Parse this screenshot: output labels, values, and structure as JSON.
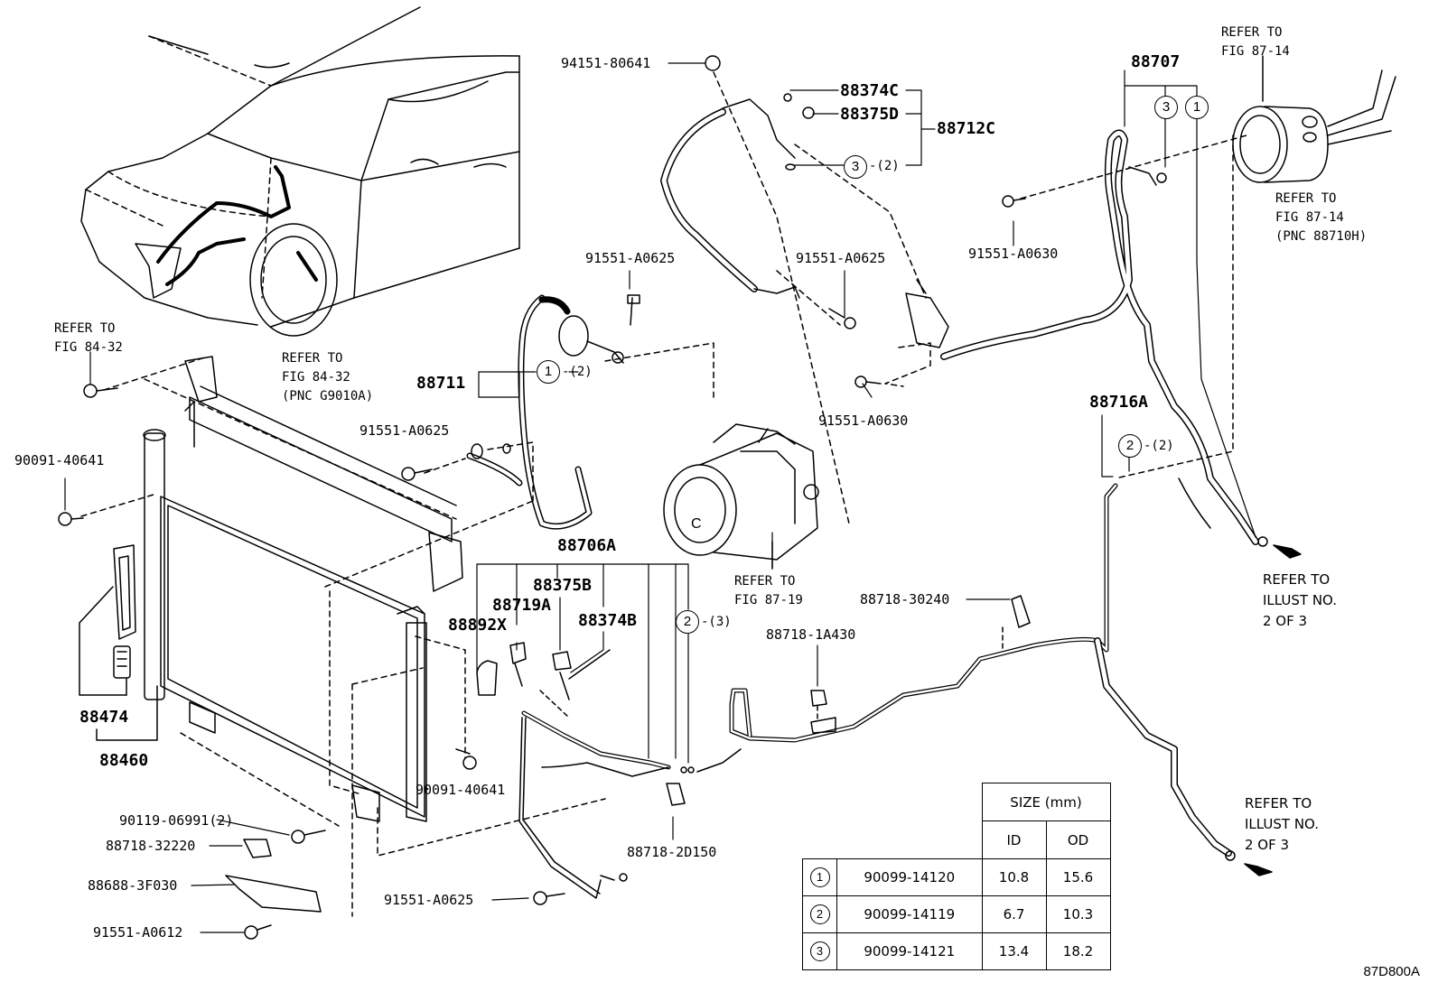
{
  "parts": {
    "p94151_80641": "94151-80641",
    "p88374C": "88374C",
    "p88375D": "88375D",
    "p88712C": "88712C",
    "p88707": "88707",
    "p91551_A0625_a": "91551-A0625",
    "p91551_A0625_b": "91551-A0625",
    "p91551_A0625_c": "91551-A0625",
    "p91551_A0625_d": "91551-A0625",
    "p91551_A0630_a": "91551-A0630",
    "p91551_A0630_b": "91551-A0630",
    "p88711": "88711",
    "p88716A": "88716A",
    "p90091_40641_a": "90091-40641",
    "p90091_40641_b": "90091-40641",
    "p88706A": "88706A",
    "p88375B": "88375B",
    "p88719A": "88719A",
    "p88892X": "88892X",
    "p88374B": "88374B",
    "p88718_30240": "88718-30240",
    "p88718_1A430": "88718-1A430",
    "p88718_2D150": "88718-2D150",
    "p88474": "88474",
    "p88460": "88460",
    "p90119_06991": "90119-06991(2)",
    "p88718_32220": "88718-32220",
    "p88688_3F030": "88688-3F030",
    "p91551_A0612": "91551-A0612"
  },
  "refs": {
    "fig8714_top": "REFER TO\nFIG 87-14",
    "fig8714_side": "REFER TO\nFIG 87-14\n(PNC 88710H)",
    "fig8432_left": "REFER TO\nFIG 84-32",
    "fig8432_mid": "REFER TO\nFIG 84-32\n(PNC G9010A)",
    "fig8719": "REFER TO\nFIG 87-19",
    "illust_upper": "REFER TO\nILLUST NO.\n2 OF 3",
    "illust_lower": "REFER TO\nILLUST NO.\n2 OF 3"
  },
  "callouts": {
    "c3_88712": "3",
    "q3_88712": "-(2)",
    "c3_88707": "3",
    "c1_88707": "1",
    "c1_88711": "1",
    "q1_88711": "-(2)",
    "c2_88716": "2",
    "q2_88716": "-(2)",
    "c2_88706": "2",
    "q2_88706": "-(3)"
  },
  "size_table": {
    "header": "SIZE (mm)",
    "col_id": "ID",
    "col_od": "OD",
    "rows": [
      {
        "mark": "1",
        "part": "90099-14120",
        "id": "10.8",
        "od": "15.6"
      },
      {
        "mark": "2",
        "part": "90099-14119",
        "id": "6.7",
        "od": "10.3"
      },
      {
        "mark": "3",
        "part": "90099-14121",
        "id": "13.4",
        "od": "18.2"
      }
    ]
  },
  "illustration_no": "87D800A"
}
